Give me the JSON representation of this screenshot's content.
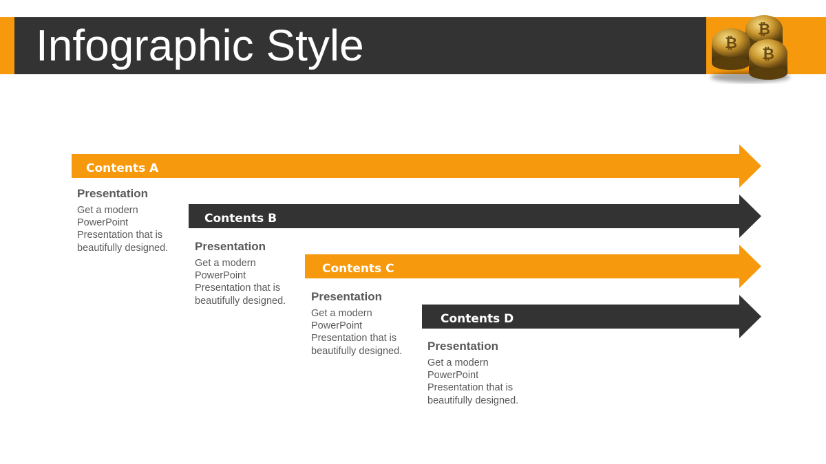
{
  "header": {
    "title": "Infographic Style"
  },
  "colors": {
    "accent": "#F7990C",
    "dark": "#333333",
    "text_gray": "#595959",
    "background": "#FFFFFF"
  },
  "decor": {
    "coins_image": "bitcoin-coins-icon"
  },
  "steps": [
    {
      "label": "Contents A",
      "heading": "Presentation",
      "text": "Get a modern PowerPoint Presentation that is beautifully designed.",
      "color": "#F7990C"
    },
    {
      "label": "Contents B",
      "heading": "Presentation",
      "text": "Get a modern PowerPoint Presentation that is beautifully designed.",
      "color": "#333333"
    },
    {
      "label": "Contents C",
      "heading": "Presentation",
      "text": "Get a modern PowerPoint Presentation that is beautifully designed.",
      "color": "#F7990C"
    },
    {
      "label": "Contents D",
      "heading": "Presentation",
      "text": "Get a modern PowerPoint Presentation that is beautifully designed.",
      "color": "#333333"
    }
  ]
}
